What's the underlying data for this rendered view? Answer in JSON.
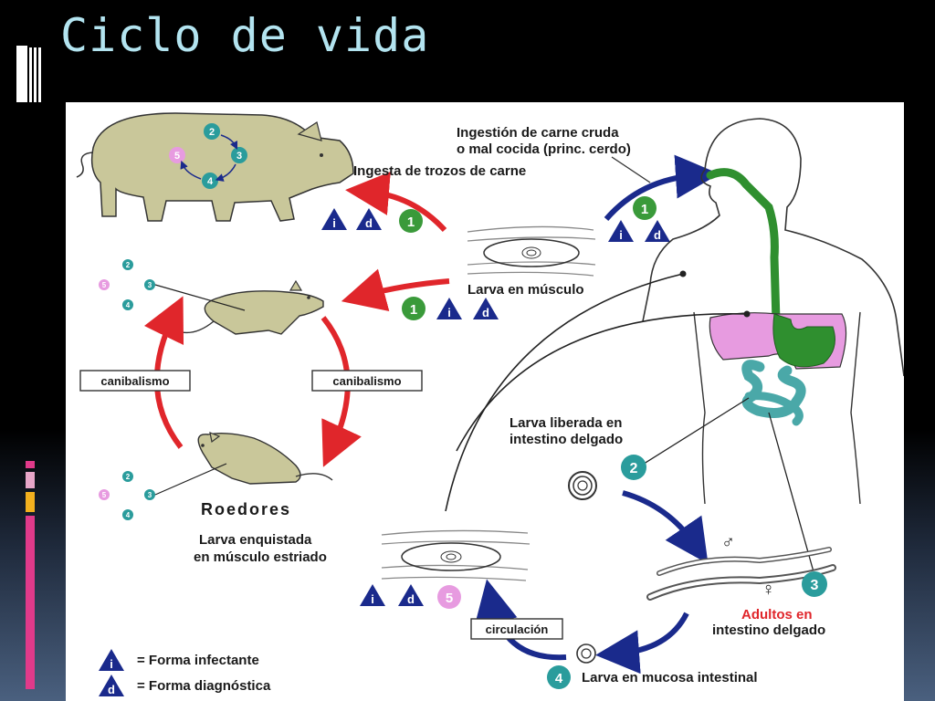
{
  "title": "Ciclo de vida",
  "labels": {
    "ingestion_line1": "Ingestión de carne cruda",
    "ingestion_line2": "o mal cocida (princ. cerdo)",
    "ingesta_trozos": "Ingesta de trozos de carne",
    "larva_musculo": "Larva en músculo",
    "canibalismo_left": "canibalismo",
    "canibalismo_right": "canibalismo",
    "roedores": "Roedores",
    "larva_liberada_line1": "Larva liberada en",
    "larva_liberada_line2": "intestino delgado",
    "larva_enquistada_line1": "Larva enquistada",
    "larva_enquistada_line2": "en músculo estriado",
    "adultos_line1": "Adultos en",
    "adultos_line2": "intestino delgado",
    "circulacion": "circulación",
    "larva_mucosa": "Larva en mucosa intestinal",
    "male_symbol": "♂",
    "female_symbol": "♀"
  },
  "legend": {
    "i_letter": "i",
    "d_letter": "d",
    "i_text": "= Forma infectante",
    "d_text": "= Forma diagnóstica"
  },
  "badges": {
    "n1": "1",
    "n2": "2",
    "n3": "3",
    "n4": "4",
    "n5": "5",
    "i": "i",
    "d": "d"
  },
  "colors": {
    "teal_badge": "#2a9c9c",
    "green_badge": "#3a9a3a",
    "pink_badge": "#e79be0",
    "navy": "#1a2a8c",
    "red_arrow": "#e0262b",
    "stomach_pink": "#e79be0",
    "esophagus_green": "#2f8f2f",
    "intestine_teal": "#4aa8a8",
    "animal_khaki": "#c9c79a"
  }
}
